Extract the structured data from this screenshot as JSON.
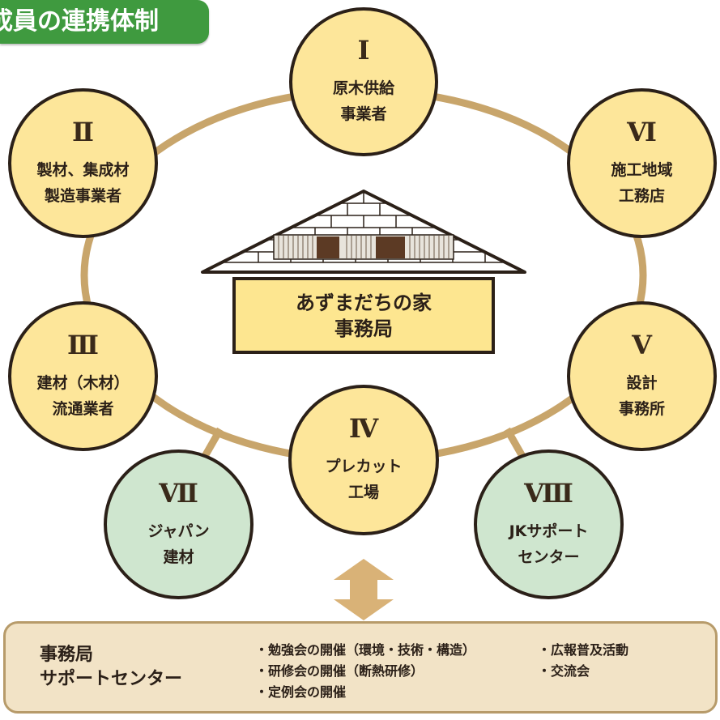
{
  "title": "成員の連携体制",
  "members": [
    {
      "num": "Ⅰ",
      "label": "原木供給\n事業者"
    },
    {
      "num": "Ⅱ",
      "label": "製材、集成材\n製造事業者"
    },
    {
      "num": "Ⅲ",
      "label": "建材（木材）\n流通業者"
    },
    {
      "num": "Ⅳ",
      "label": "プレカット\n工場"
    },
    {
      "num": "Ⅴ",
      "label": "設計\n事務所"
    },
    {
      "num": "Ⅵ",
      "label": "施工地域\n工務店"
    },
    {
      "num": "Ⅶ",
      "label": "ジャパン\n建材"
    },
    {
      "num": "Ⅷ",
      "label": "JKサポート\nセンター"
    }
  ],
  "center": {
    "label": "あずまだちの家\n事務局"
  },
  "bottom": {
    "title": "事務局\nサポートセンター",
    "activities_left": [
      "・勉強会の開催（環境・技術・構造）",
      "・研修会の開催（断熱研修）",
      "・定例会の開催"
    ],
    "activities_right": [
      "・広報普及活動",
      "・交流会"
    ]
  },
  "colors": {
    "ring": "#c8a56b",
    "member_yellow": "#fde69a",
    "member_green": "#cfe6cf",
    "banner_green": "#3f9a3f",
    "arrow": "#d9b277",
    "panel_bg": "#f2e3c6"
  }
}
